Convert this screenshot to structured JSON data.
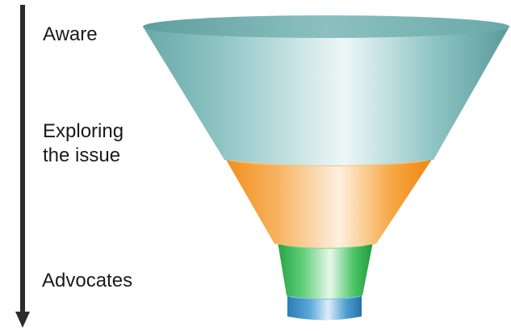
{
  "stages": [
    {
      "label": "Aware",
      "color": "#7fb8b8"
    },
    {
      "label": "Exploring the issue",
      "color": "#f5a23c"
    },
    {
      "label": "Advocates",
      "color": "#3dbb57"
    }
  ],
  "colors": {
    "arrow": "#2b2b2b",
    "teal": "#7fb8b8",
    "orange": "#f5a23c",
    "green": "#3dbb57",
    "blue": "#3a8fc4"
  }
}
